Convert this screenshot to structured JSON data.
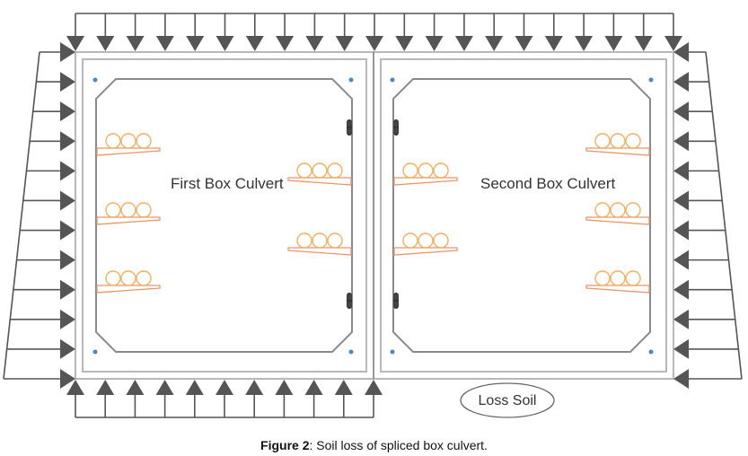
{
  "diagram": {
    "culverts": [
      {
        "name": "first",
        "label": "First Box Culvert"
      },
      {
        "name": "second",
        "label": "Second Box Culvert"
      }
    ],
    "annotation": "Loss Soil",
    "load_arrows": {
      "top_count": 21,
      "bottom_count": 11,
      "left_count": 12,
      "right_count": 12
    },
    "colors": {
      "arrow": "#555555",
      "wall": "#8a8a8a",
      "shell": "#b8b8b8",
      "pipe": "#f0b060",
      "shelf": "#e8956a",
      "rebar_dot": "#4a86c8"
    }
  },
  "caption": {
    "prefix": "Figure 2",
    "text": ": Soil loss of spliced box culvert."
  }
}
